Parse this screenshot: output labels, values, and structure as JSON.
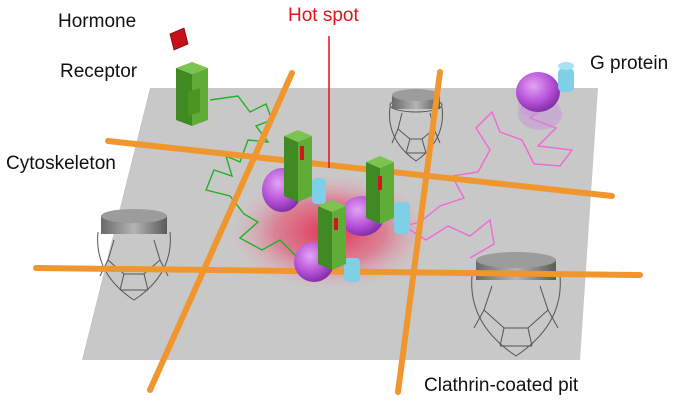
{
  "labels": {
    "hormone": "Hormone",
    "receptor": "Receptor",
    "cytoskeleton": "Cytoskeleton",
    "hot_spot": "Hot spot",
    "g_protein": "G protein",
    "clathrin_pit": "Clathrin-coated pit"
  },
  "colors": {
    "membrane": "#c8c8c8",
    "cytoskeleton": "#f0962e",
    "receptor": "#4e9a2c",
    "hormone": "#c8101a",
    "g_alpha": "#b44fd6",
    "g_beta_gamma": "#7fd0e6",
    "hot_spot": "#e2294a",
    "receptor_path": "#22b026",
    "g_protein_path": "#f068d8",
    "clathrin": "#555555"
  }
}
